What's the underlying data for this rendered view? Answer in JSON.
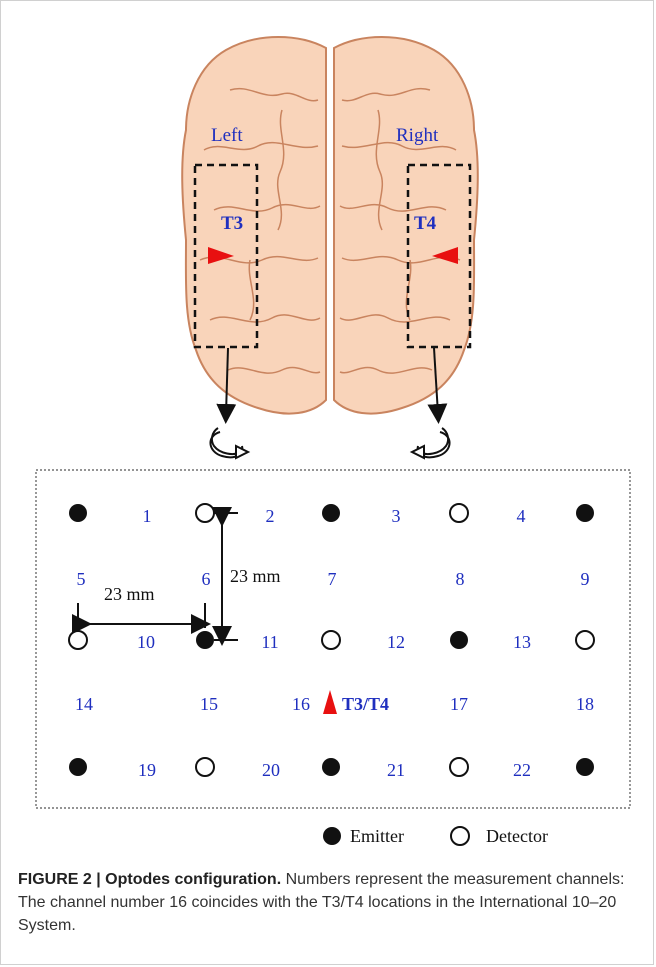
{
  "figure": {
    "hemispheres": {
      "left": "Left",
      "right": "Right"
    },
    "electrodes": {
      "left": "T3",
      "right": "T4",
      "center": "T3/T4"
    },
    "channels": [
      "1",
      "2",
      "3",
      "4",
      "5",
      "6",
      "7",
      "8",
      "9",
      "10",
      "11",
      "12",
      "13",
      "14",
      "15",
      "16",
      "17",
      "18",
      "19",
      "20",
      "21",
      "22"
    ],
    "dimensions": {
      "horizontal": "23 mm",
      "vertical": "23 mm"
    },
    "legend": {
      "emitter": "Emitter",
      "detector": "Detector"
    },
    "colors": {
      "brain_fill": "#f9d4ba",
      "brain_stroke": "#c9845f",
      "label_blue": "#1f2fbf",
      "marker_red": "#e81010"
    },
    "optode_rows": [
      [
        "emitter",
        "detector",
        "emitter",
        "detector",
        "emitter"
      ],
      [
        "detector",
        "emitter",
        "detector",
        "emitter",
        "detector"
      ],
      [
        "emitter",
        "detector",
        "emitter",
        "detector",
        "emitter"
      ]
    ]
  },
  "caption": {
    "label": "FIGURE 2 | Optodes configuration.",
    "text": " Numbers represent the measurement channels: The channel number 16 coincides with the T3/T4 locations in the International 10–20 System."
  }
}
